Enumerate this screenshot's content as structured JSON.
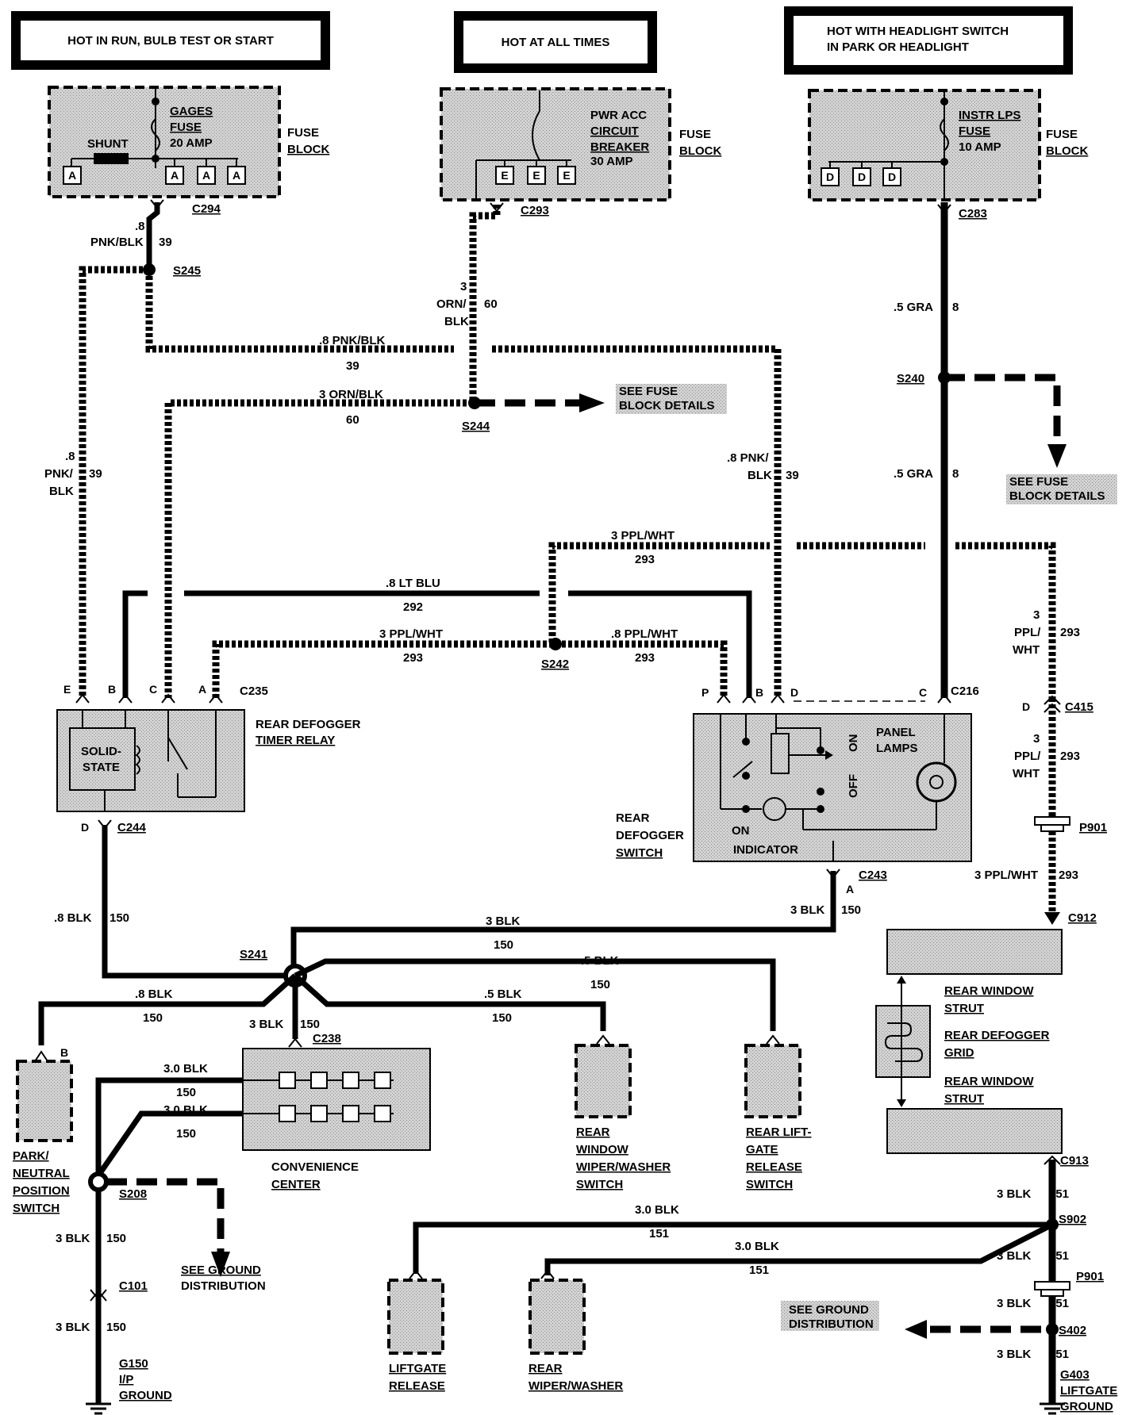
{
  "headers": {
    "run": "HOT IN RUN, BULB TEST OR START",
    "always": "HOT AT ALL TIMES",
    "headlight_1": "HOT WITH HEADLIGHT SWITCH",
    "headlight_2": "IN PARK OR HEADLIGHT"
  },
  "fuse_blocks": {
    "label_1": "FUSE",
    "label_2": "BLOCK",
    "gages_1": "GAGES",
    "gages_2": "FUSE",
    "gages_3": "20 AMP",
    "shunt": "SHUNT",
    "pwr_1": "PWR ACC",
    "pwr_2": "CIRCUIT",
    "pwr_3": "BREAKER",
    "pwr_4": "30 AMP",
    "instr_1": "INSTR LPS",
    "instr_2": "FUSE",
    "instr_3": "10 AMP",
    "pin_a": "A",
    "pin_e": "E",
    "pin_d": "D"
  },
  "connectors": {
    "c294": "C294",
    "c293": "C293",
    "c283": "C283",
    "c235": "C235",
    "c216": "C216",
    "c244": "C244",
    "c243": "C243",
    "c415": "C415",
    "c912": "C912",
    "c238": "C238",
    "c913": "C913",
    "c101": "C101",
    "p901": "P901"
  },
  "splices": {
    "s245": "S245",
    "s244": "S244",
    "s240": "S240",
    "s242": "S242",
    "s241": "S241",
    "s208": "S208",
    "s902": "S902",
    "s402": "S402"
  },
  "wires": {
    "w8": ".8",
    "pnk_blk": "PNK/BLK",
    "c39": "39",
    "w3": "3",
    "orn": "ORN/",
    "blk": "BLK",
    "c60": "60",
    "gra": ".5 GRA",
    "c8": "8",
    "pnk_blk_8": ".8 PNK/BLK",
    "orn_blk_3": "3 ORN/BLK",
    "pnk_slash_8": ".8 PNK/",
    "pnk_slash": "PNK/",
    "ppl_wht_3": "3 PPL/WHT",
    "c293": "293",
    "lt_blu": ".8 LT BLU",
    "c292": "292",
    "ppl_wht_8": ".8 PPL/WHT",
    "ppl": "PPL/",
    "wht": "WHT",
    "blk_8": ".8 BLK",
    "c150": "150",
    "blk_3": "3 BLK",
    "blk_5": ".5 BLK",
    "blk_30": "3.0 BLK",
    "c151": "151"
  },
  "pins": {
    "e": "E",
    "b": "B",
    "c": "C",
    "a": "A",
    "d": "D",
    "p": "P"
  },
  "components": {
    "timer_1": "REAR DEFOGGER",
    "timer_2": "TIMER RELAY",
    "solid_1": "SOLID-",
    "solid_2": "STATE",
    "switch_1": "REAR",
    "switch_2": "DEFOGGER",
    "switch_3": "SWITCH",
    "on": "ON",
    "off": "OFF",
    "panel_1": "PANEL",
    "panel_2": "LAMPS",
    "on_ind_1": "ON",
    "on_ind_2": "INDICATOR",
    "strut_1": "REAR WINDOW",
    "strut_2": "STRUT",
    "grid_1": "REAR DEFOGGER",
    "grid_2": "GRID",
    "park_1": "PARK/",
    "park_2": "NEUTRAL",
    "park_3": "POSITION",
    "park_4": "SWITCH",
    "conv_1": "CONVENIENCE",
    "conv_2": "CENTER",
    "wiper_1": "REAR",
    "wiper_2": "WINDOW",
    "wiper_3": "WIPER/WASHER",
    "wiper_4": "SWITCH",
    "lift_1": "REAR LIFT-",
    "lift_2": "GATE",
    "lift_3": "RELEASE",
    "lift_4": "SWITCH",
    "liftrel_1": "LIFTGATE",
    "liftrel_2": "RELEASE",
    "rearwash_1": "REAR",
    "rearwash_2": "WIPER/WASHER"
  },
  "notes": {
    "fuse_details_1": "SEE FUSE",
    "fuse_details_2": "BLOCK DETAILS",
    "ground_1": "SEE GROUND",
    "ground_2": "DISTRIBUTION"
  },
  "grounds": {
    "g150": "G150",
    "ip": "I/P",
    "ground": "GROUND",
    "g403": "G403",
    "liftgate": "LIFTGATE"
  }
}
